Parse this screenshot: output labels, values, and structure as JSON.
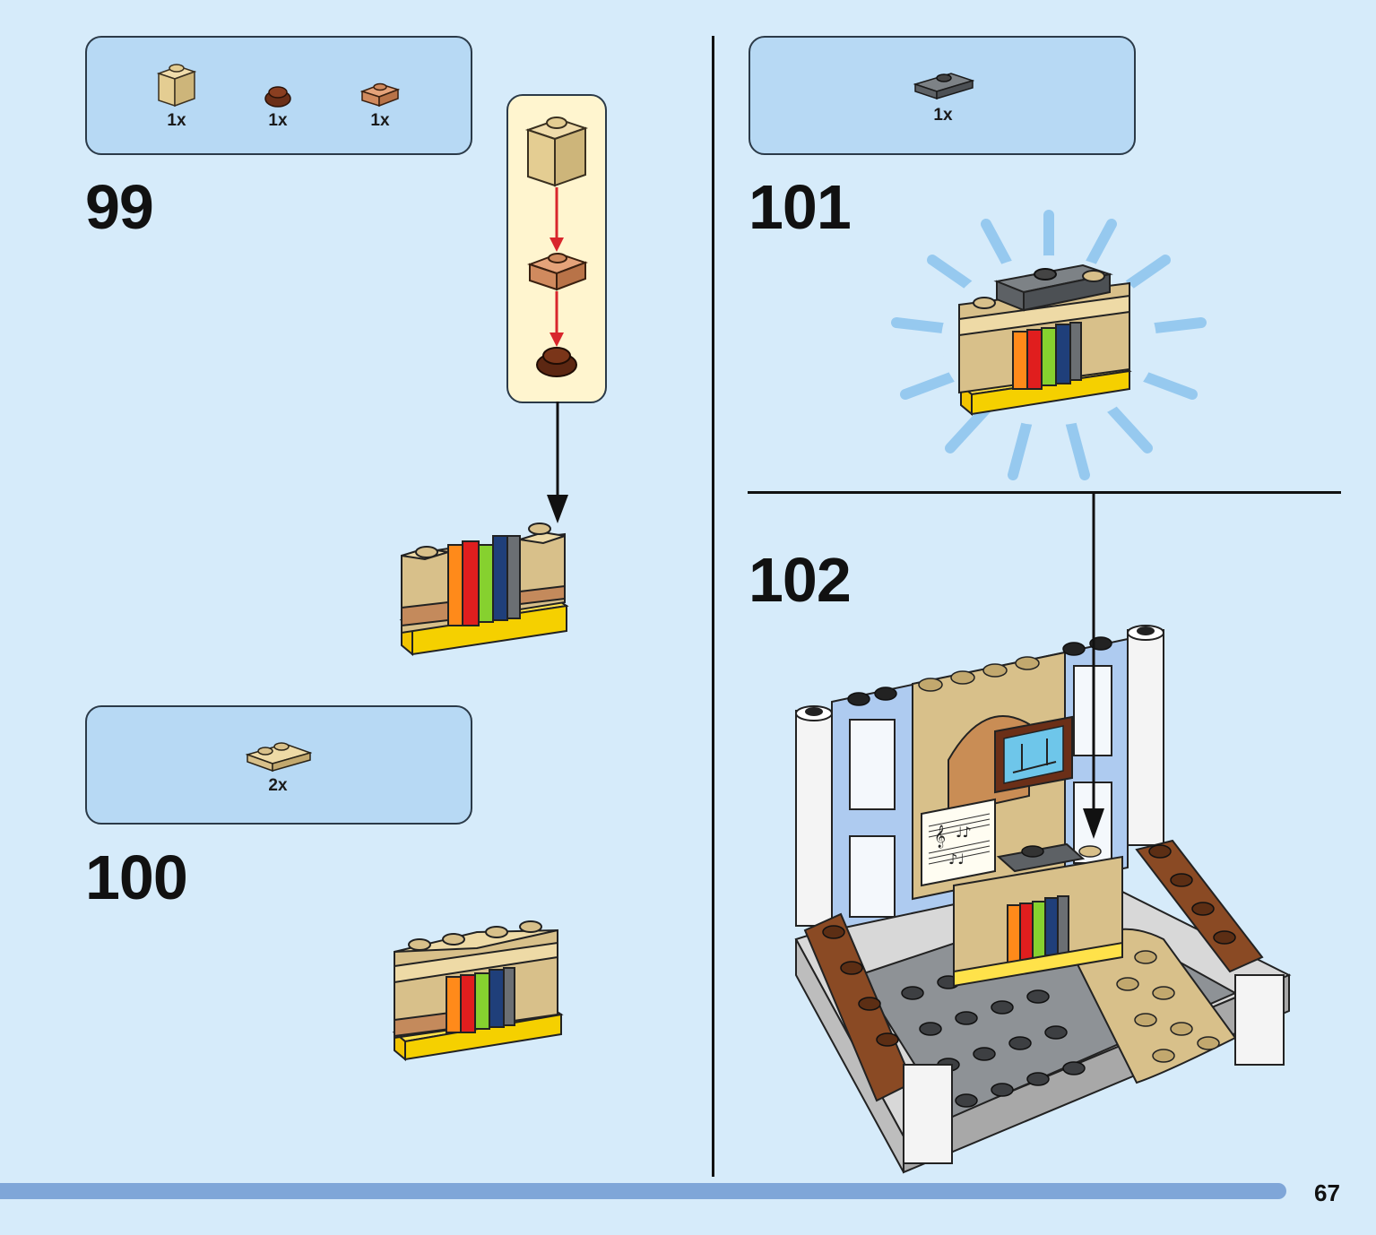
{
  "steps": [
    {
      "number": "99",
      "parts": [
        {
          "qty": "1x",
          "icon": "tan-brick-1x1-icon"
        },
        {
          "qty": "1x",
          "icon": "reddish-brown-round-plate-icon"
        },
        {
          "qty": "1x",
          "icon": "medium-nougat-plate-1x1-icon"
        }
      ],
      "sub_assembly": [
        "tan-brick-1x1-icon",
        "medium-nougat-plate-1x1-icon",
        "reddish-brown-round-plate-icon"
      ]
    },
    {
      "number": "100",
      "parts": [
        {
          "qty": "2x",
          "icon": "tan-plate-1x2-rail-icon"
        }
      ]
    },
    {
      "number": "101",
      "parts": [
        {
          "qty": "1x",
          "icon": "dark-gray-jumper-plate-icon"
        }
      ]
    },
    {
      "number": "102",
      "parts": []
    }
  ],
  "page": {
    "number": "67"
  },
  "colors": {
    "background": "#d6ebfa",
    "parts_box": "#b7d9f4",
    "sub_assembly_box": "#fff5cf",
    "progress_bar": "#7fa6d8",
    "arrow_red": "#d8262c"
  }
}
